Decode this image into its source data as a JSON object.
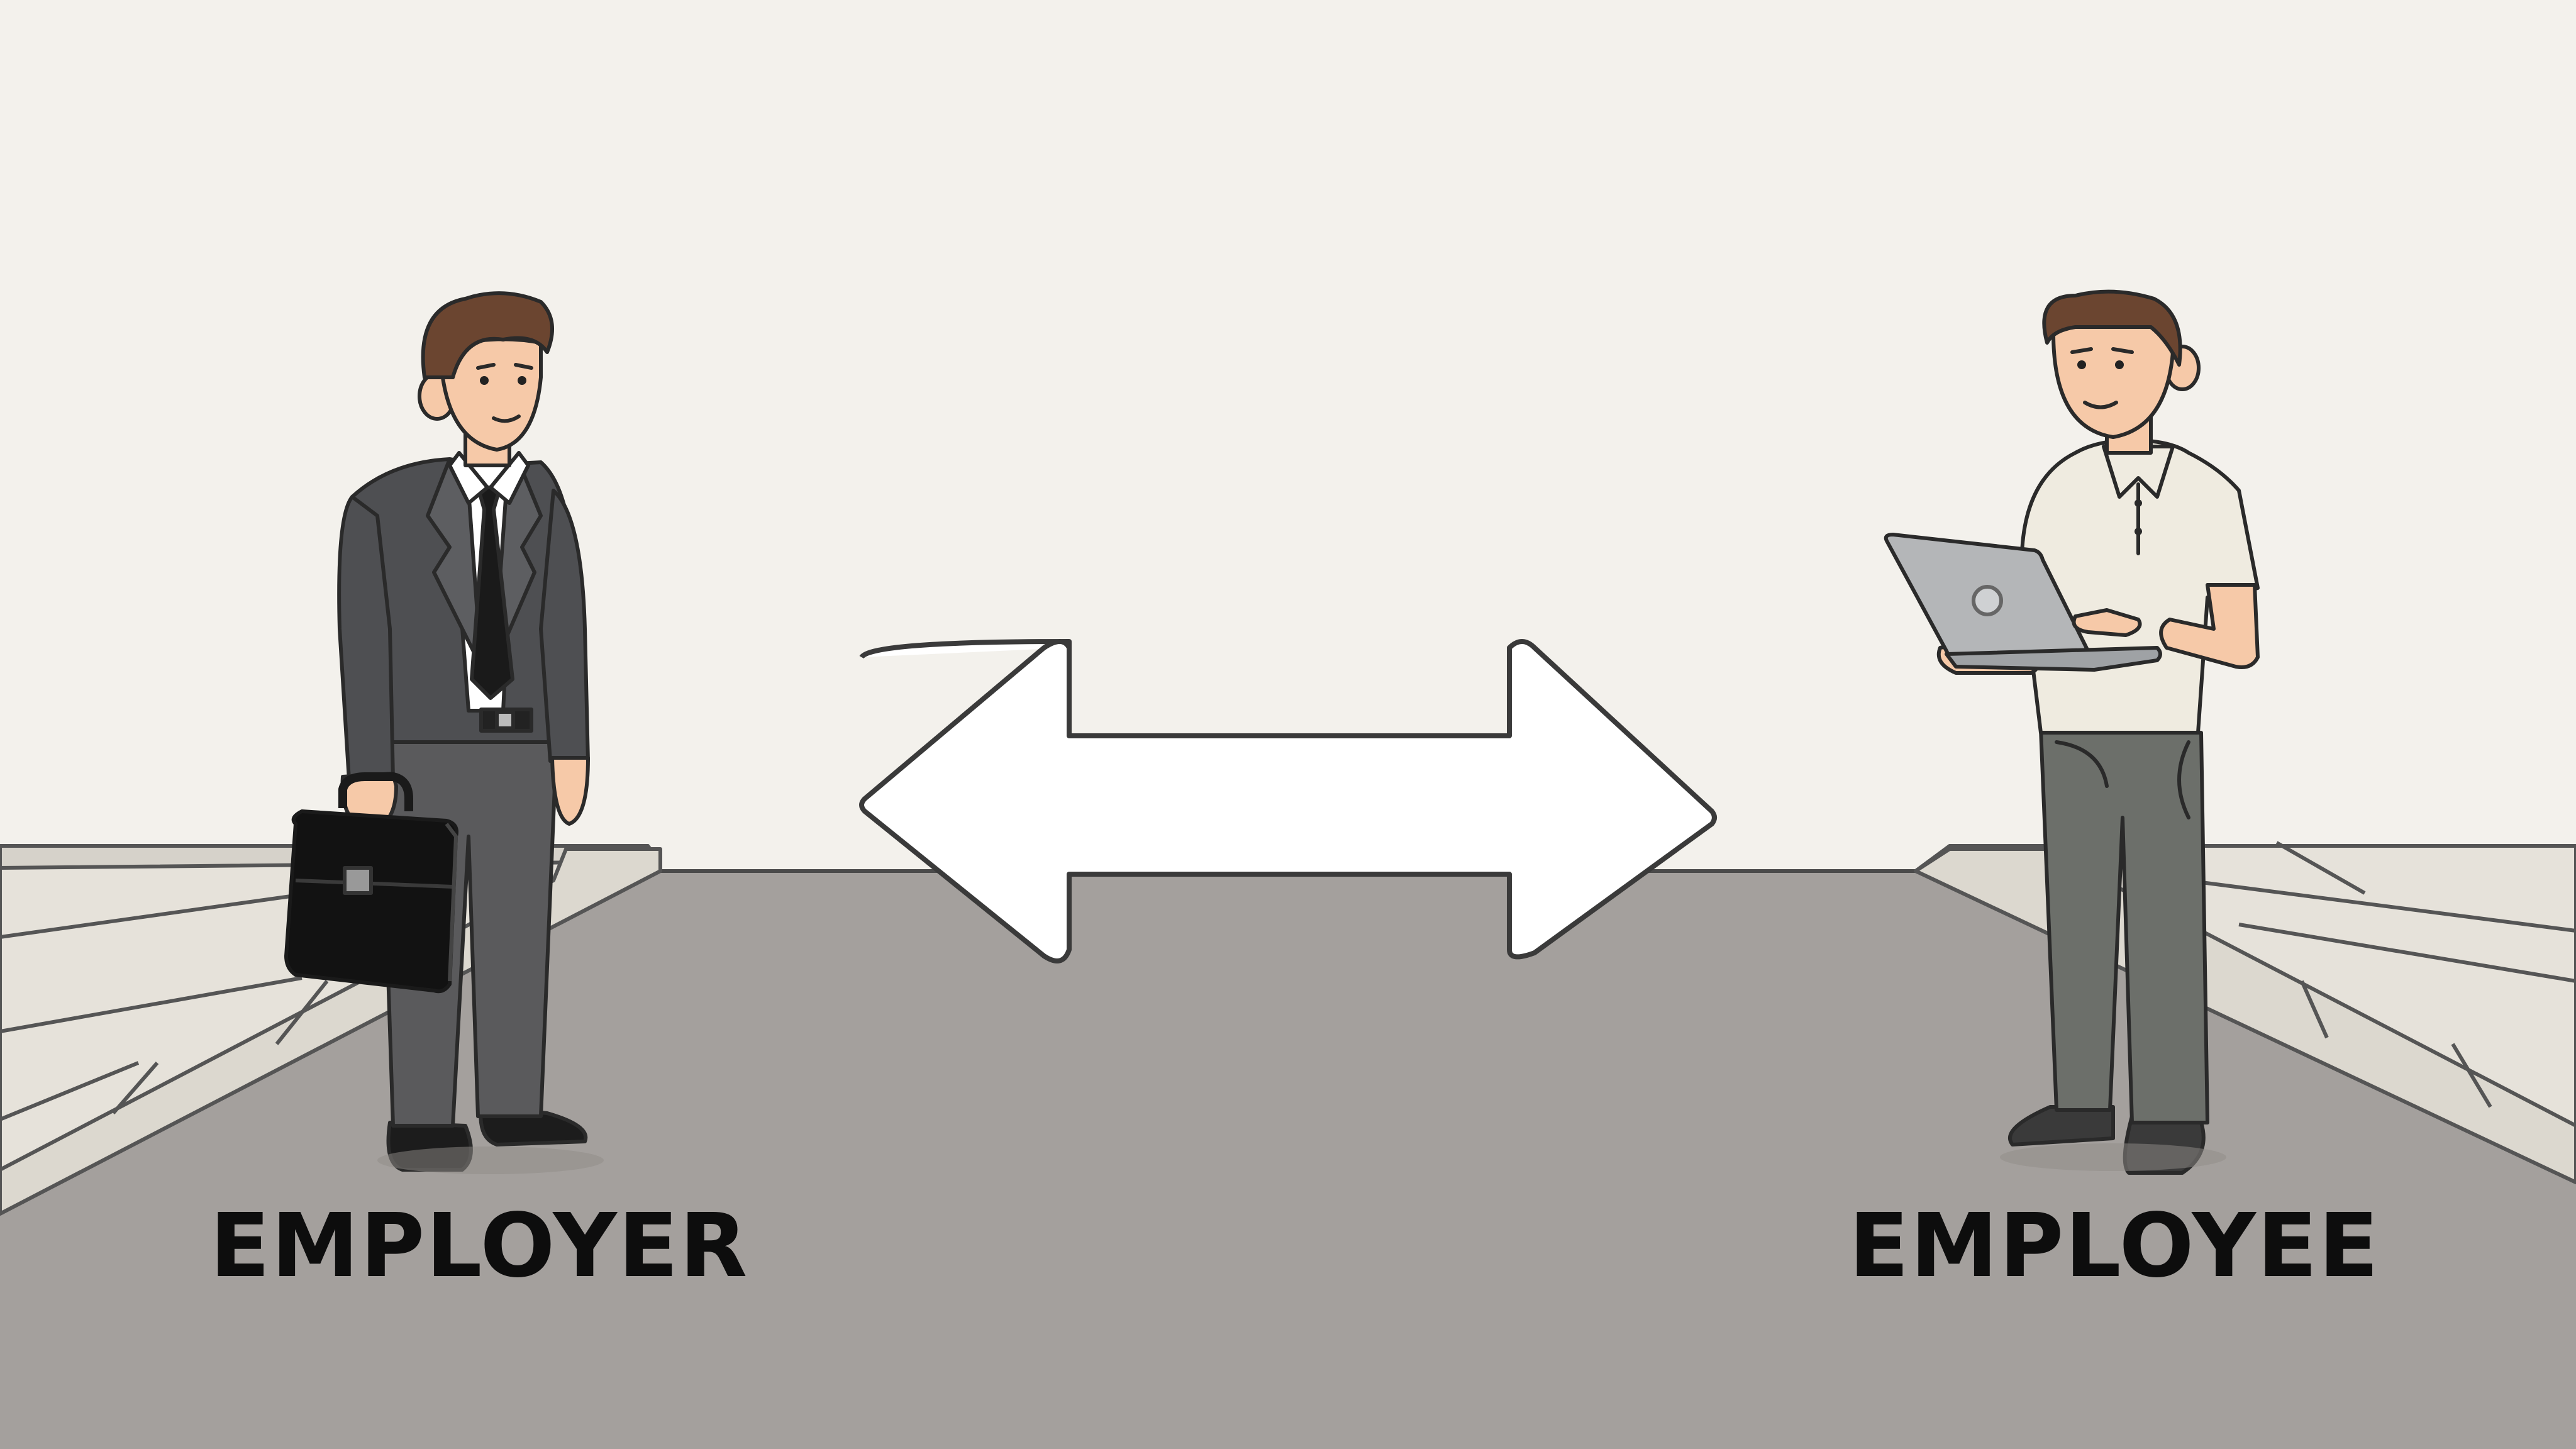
{
  "scene": {
    "left_figure": {
      "role": "employer",
      "label": "EMPLOYER",
      "attire": "dark gray business suit with white shirt and black tie",
      "carries": "briefcase-icon"
    },
    "right_figure": {
      "role": "employee",
      "label": "EMPLOYEE",
      "attire": "cream polo shirt with gray trousers",
      "carries": "laptop-icon"
    },
    "connector": "double-arrow-icon"
  },
  "colors": {
    "sky": "#f3f1ec",
    "road": "#a4a09d",
    "sidewalk": "#e6e2da",
    "curb": "#d8d4cc",
    "outline": "#3a3a3a",
    "suit": "#555557",
    "polo": "#efebe0",
    "trousers": "#6c6f6a",
    "skin": "#f6c9a8",
    "hair": "#6b4530",
    "arrow": "#ffffff"
  }
}
